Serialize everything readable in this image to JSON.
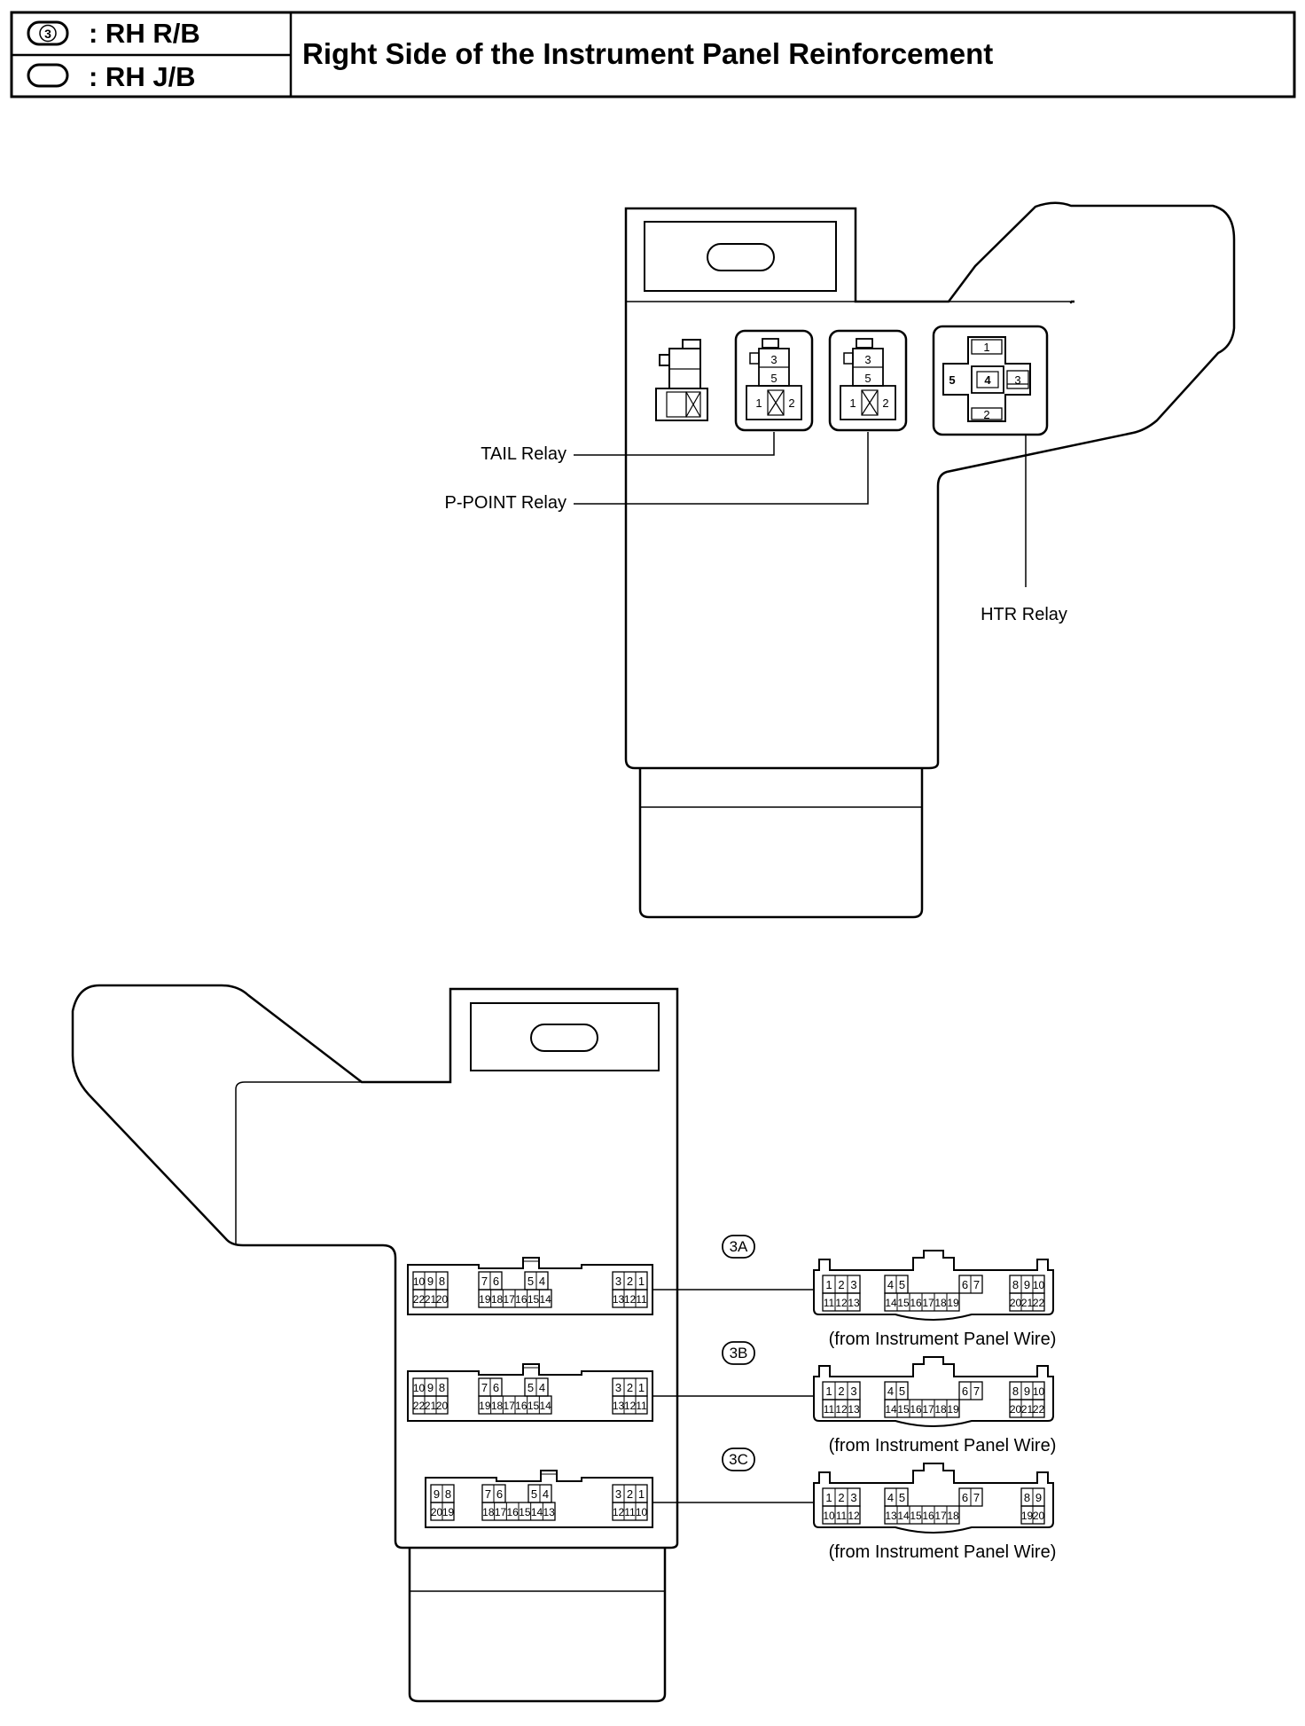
{
  "header": {
    "rb_number": "3",
    "rb_label": ": RH R/B",
    "jb_label": ": RH J/B",
    "title": "Right Side of the Instrument Panel Reinforcement"
  },
  "relays": {
    "tail_label": "TAIL Relay",
    "ppoint_label": "P-POINT Relay",
    "htr_label": "HTR Relay",
    "small_relay_pins": [
      "3",
      "5",
      "1",
      "2"
    ],
    "htr_relay_pins": [
      "1",
      "5",
      "4",
      "3",
      "2"
    ]
  },
  "connectors": [
    {
      "code": "3A",
      "caption": "(from Instrument Panel Wire)",
      "jb_top": [
        [
          "10",
          "9",
          "8"
        ],
        [
          "7",
          "6"
        ],
        [
          "5",
          "4"
        ],
        [
          "3",
          "2",
          "1"
        ]
      ],
      "jb_bottom": [
        [
          "22",
          "21",
          "20"
        ],
        [
          "19",
          "18",
          "17",
          "16",
          "15",
          "14"
        ],
        [
          "13",
          "12",
          "11"
        ]
      ],
      "plug_top": [
        [
          "1",
          "2",
          "3"
        ],
        [
          "4",
          "5"
        ],
        [
          "6",
          "7"
        ],
        [
          "8",
          "9",
          "10"
        ]
      ],
      "plug_bottom": [
        [
          "11",
          "12",
          "13"
        ],
        [
          "14",
          "15",
          "16",
          "17",
          "18",
          "19"
        ],
        [
          "20",
          "21",
          "22"
        ]
      ]
    },
    {
      "code": "3B",
      "caption": "(from Instrument Panel Wire)",
      "jb_top": [
        [
          "10",
          "9",
          "8"
        ],
        [
          "7",
          "6"
        ],
        [
          "5",
          "4"
        ],
        [
          "3",
          "2",
          "1"
        ]
      ],
      "jb_bottom": [
        [
          "22",
          "21",
          "20"
        ],
        [
          "19",
          "18",
          "17",
          "16",
          "15",
          "14"
        ],
        [
          "13",
          "12",
          "11"
        ]
      ],
      "plug_top": [
        [
          "1",
          "2",
          "3"
        ],
        [
          "4",
          "5"
        ],
        [
          "6",
          "7"
        ],
        [
          "8",
          "9",
          "10"
        ]
      ],
      "plug_bottom": [
        [
          "11",
          "12",
          "13"
        ],
        [
          "14",
          "15",
          "16",
          "17",
          "18",
          "19"
        ],
        [
          "20",
          "21",
          "22"
        ]
      ]
    },
    {
      "code": "3C",
      "caption": "(from Instrument Panel Wire)",
      "jb_top": [
        [
          "9",
          "8"
        ],
        [
          "7",
          "6"
        ],
        [
          "5",
          "4"
        ],
        [
          "3",
          "2",
          "1"
        ]
      ],
      "jb_bottom": [
        [
          "20",
          "19"
        ],
        [
          "18",
          "17",
          "16",
          "15",
          "14",
          "13"
        ],
        [
          "12",
          "11",
          "10"
        ]
      ],
      "plug_top": [
        [
          "1",
          "2",
          "3"
        ],
        [
          "4",
          "5"
        ],
        [
          "6",
          "7"
        ],
        [
          "8",
          "9"
        ]
      ],
      "plug_bottom": [
        [
          "10",
          "11",
          "12"
        ],
        [
          "13",
          "14",
          "15",
          "16",
          "17",
          "18"
        ],
        [
          "19",
          "20"
        ]
      ]
    }
  ]
}
